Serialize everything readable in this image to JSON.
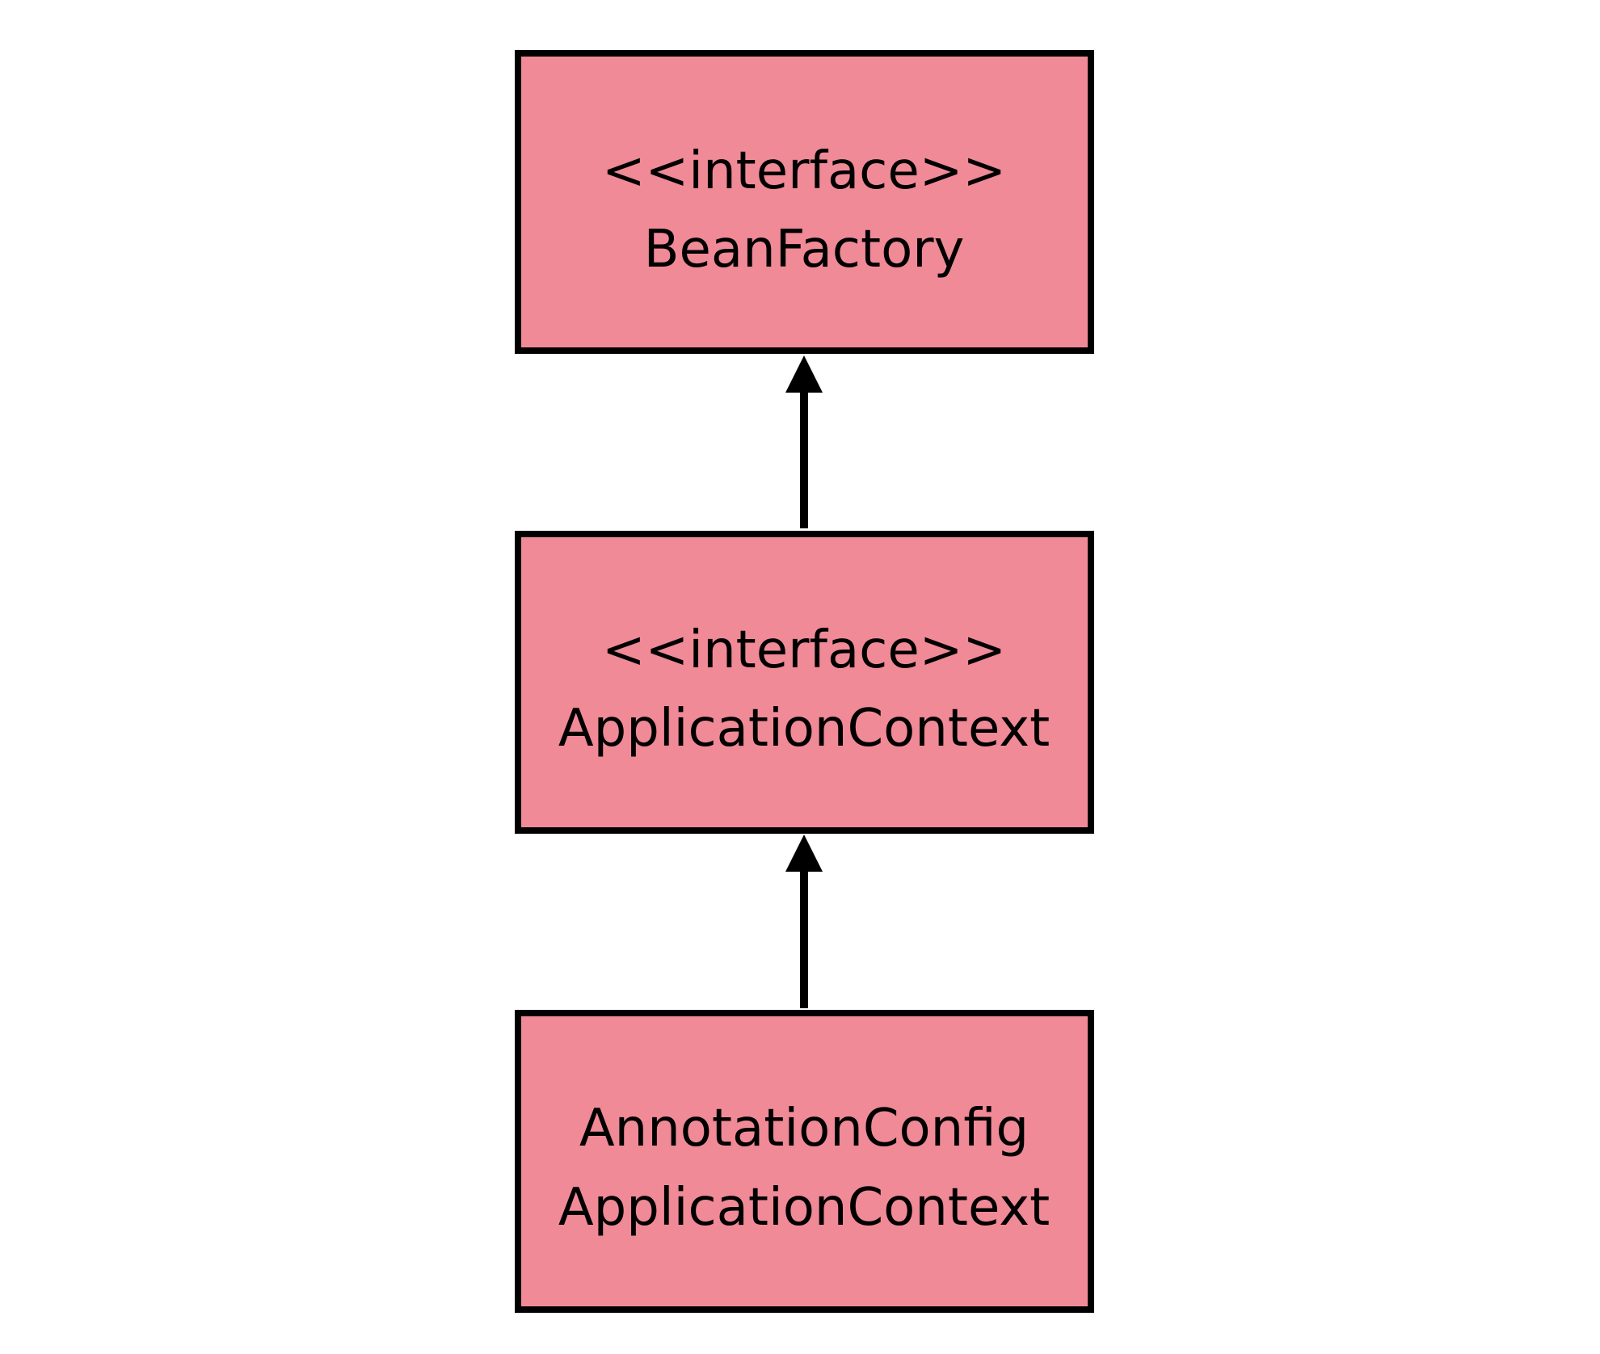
{
  "colors": {
    "box_fill": "#f08a96",
    "stroke": "#000000",
    "background": "#ffffff"
  },
  "nodes": [
    {
      "id": "bean-factory",
      "stereotype": "<<interface>>",
      "lines": [
        "BeanFactory"
      ]
    },
    {
      "id": "application-context",
      "stereotype": "<<interface>>",
      "lines": [
        "ApplicationContext"
      ]
    },
    {
      "id": "annotation-config-application-context",
      "stereotype": "",
      "lines": [
        "AnnotationConfig",
        "ApplicationContext"
      ]
    }
  ],
  "edges": [
    {
      "from": "application-context",
      "to": "bean-factory",
      "type": "inheritance"
    },
    {
      "from": "annotation-config-application-context",
      "to": "application-context",
      "type": "inheritance"
    }
  ]
}
